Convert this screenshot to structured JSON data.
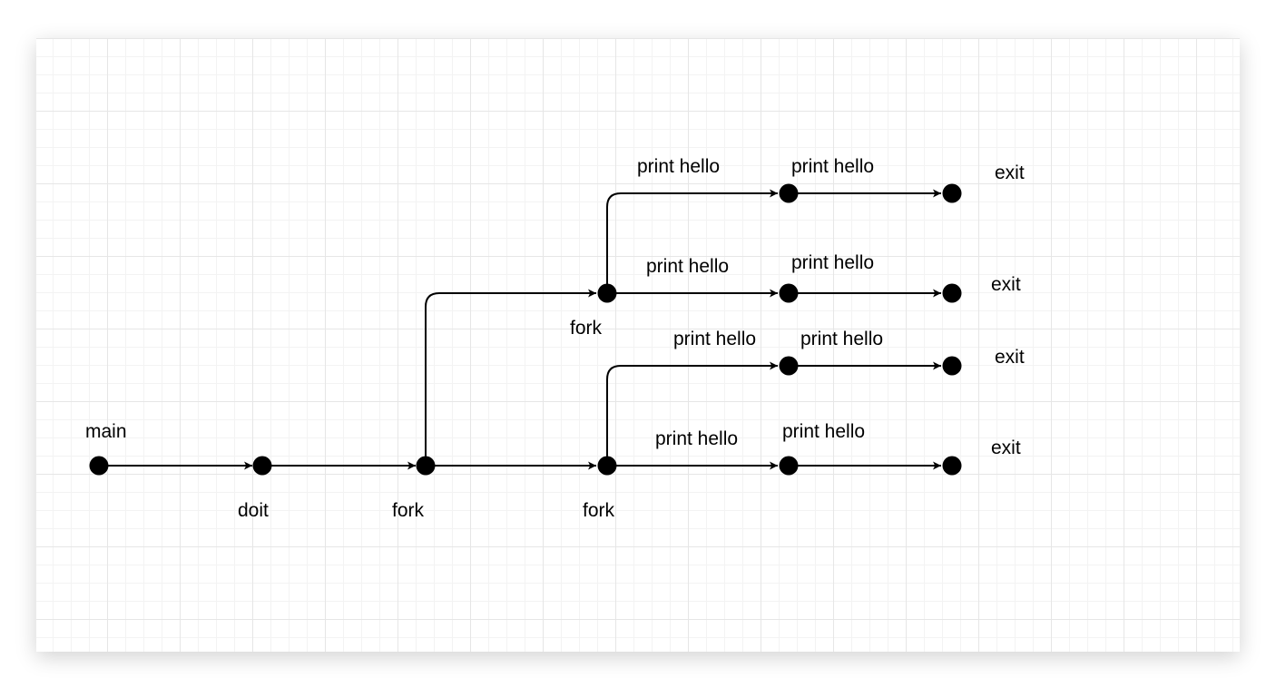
{
  "nodes": {
    "main": {
      "label": "main"
    },
    "doit": {
      "label": "doit"
    },
    "fork1": {
      "label": "fork"
    },
    "fork2": {
      "label": "fork"
    },
    "fork3": {
      "label": "fork"
    },
    "print_a1": {
      "label": "print hello"
    },
    "print_a2": {
      "label": "print hello"
    },
    "exit_a": {
      "label": "exit"
    },
    "print_b1": {
      "label": "print hello"
    },
    "print_b2": {
      "label": "print hello"
    },
    "exit_b": {
      "label": "exit"
    },
    "print_c1": {
      "label": "print hello"
    },
    "print_c2": {
      "label": "print hello"
    },
    "exit_c": {
      "label": "exit"
    },
    "print_d1": {
      "label": "print hello"
    },
    "print_d2": {
      "label": "print hello"
    },
    "exit_d": {
      "label": "exit"
    }
  },
  "colors": {
    "line": "#000000",
    "node": "#000000",
    "grid": "#e6e6e6"
  }
}
